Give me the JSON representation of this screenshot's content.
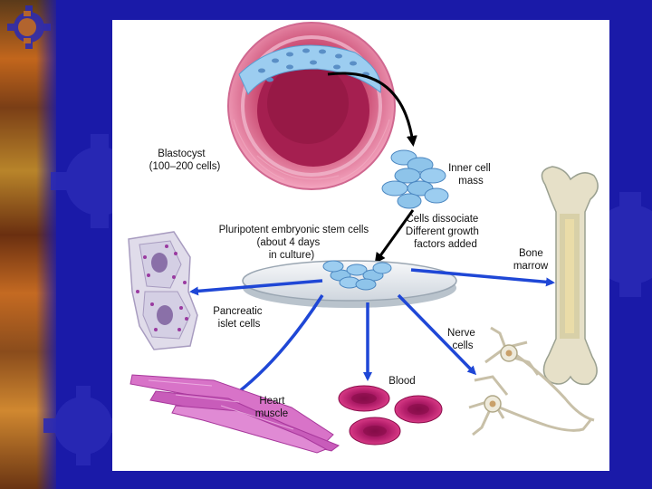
{
  "labels": {
    "blastocyst": [
      "Blastocyst",
      "(100–200 cells)"
    ],
    "inner_cell_mass": [
      "Inner cell",
      "mass"
    ],
    "cells_dissociate": [
      "Cells dissociate",
      "Different growth",
      "factors added"
    ],
    "pluripotent": [
      "Pluripotent embryonic stem cells",
      "(about 4 days",
      "in culture)"
    ],
    "bone_marrow": [
      "Bone",
      "marrow"
    ],
    "pancreatic": [
      "Pancreatic",
      "islet cells"
    ],
    "nerve": [
      "Nerve",
      "cells"
    ],
    "blood": "Blood",
    "heart": [
      "Heart",
      "muscle"
    ]
  },
  "colors": {
    "background": "#1a1aa8",
    "panel": "#ffffff",
    "arrow_blue": "#1f47d6",
    "blastocyst_pink": "#d85a8a",
    "stem_cell_blue": "#8ec4ea",
    "blood_magenta": "#c4287c",
    "muscle_pink": "#d873c8",
    "bone_beige": "#e6e0c8",
    "nerve_cream": "#eeeadb"
  }
}
